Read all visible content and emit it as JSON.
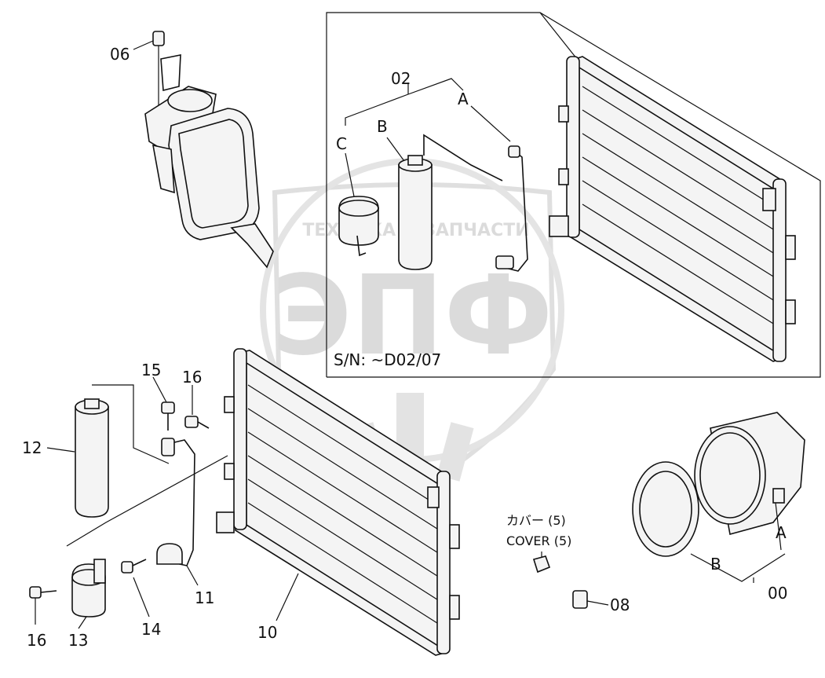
{
  "labels": {
    "p06": "06",
    "p02": "02",
    "pA_top": "A",
    "pB_top": "B",
    "pC_top": "C",
    "sn": "S/N: ~D02/07",
    "p15": "15",
    "p16_top": "16",
    "p12": "12",
    "p11": "11",
    "p10": "10",
    "p14": "14",
    "p13": "13",
    "p16_bot": "16",
    "cover_jp": "カバー (5)",
    "cover_en": "COVER (5)",
    "p08": "08",
    "pA_right": "A",
    "pB_right": "B",
    "p00": "00"
  },
  "watermark": {
    "top": "ТЕХНИКА ⚙ ЗАПЧАСТИ",
    "big": "ЭПФ"
  },
  "colors": {
    "ink": "#111111",
    "watermark": "#d8d8d8",
    "background": "#ffffff"
  }
}
